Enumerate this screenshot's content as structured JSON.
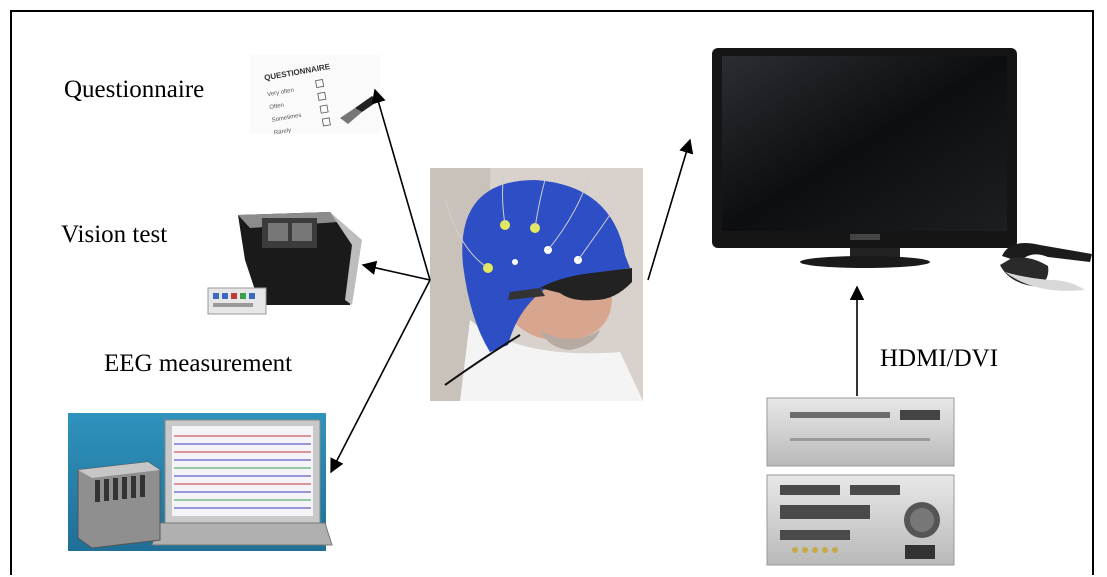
{
  "labels": {
    "questionnaire": "Questionnaire",
    "vision_test": "Vision test",
    "eeg_measurement": "EEG measurement",
    "hdmi_dvi": "HDMI/DVI"
  },
  "questionnaire_sheet": {
    "heading": "QUESTIONNAIRE",
    "options": [
      "Very often",
      "Often",
      "Sometimes",
      "Rarely"
    ]
  },
  "colors": {
    "cap_blue": "#2d4ec4",
    "eeg_background": "#2a8bb5",
    "tv_body": "#111111",
    "arrow": "#000000"
  }
}
